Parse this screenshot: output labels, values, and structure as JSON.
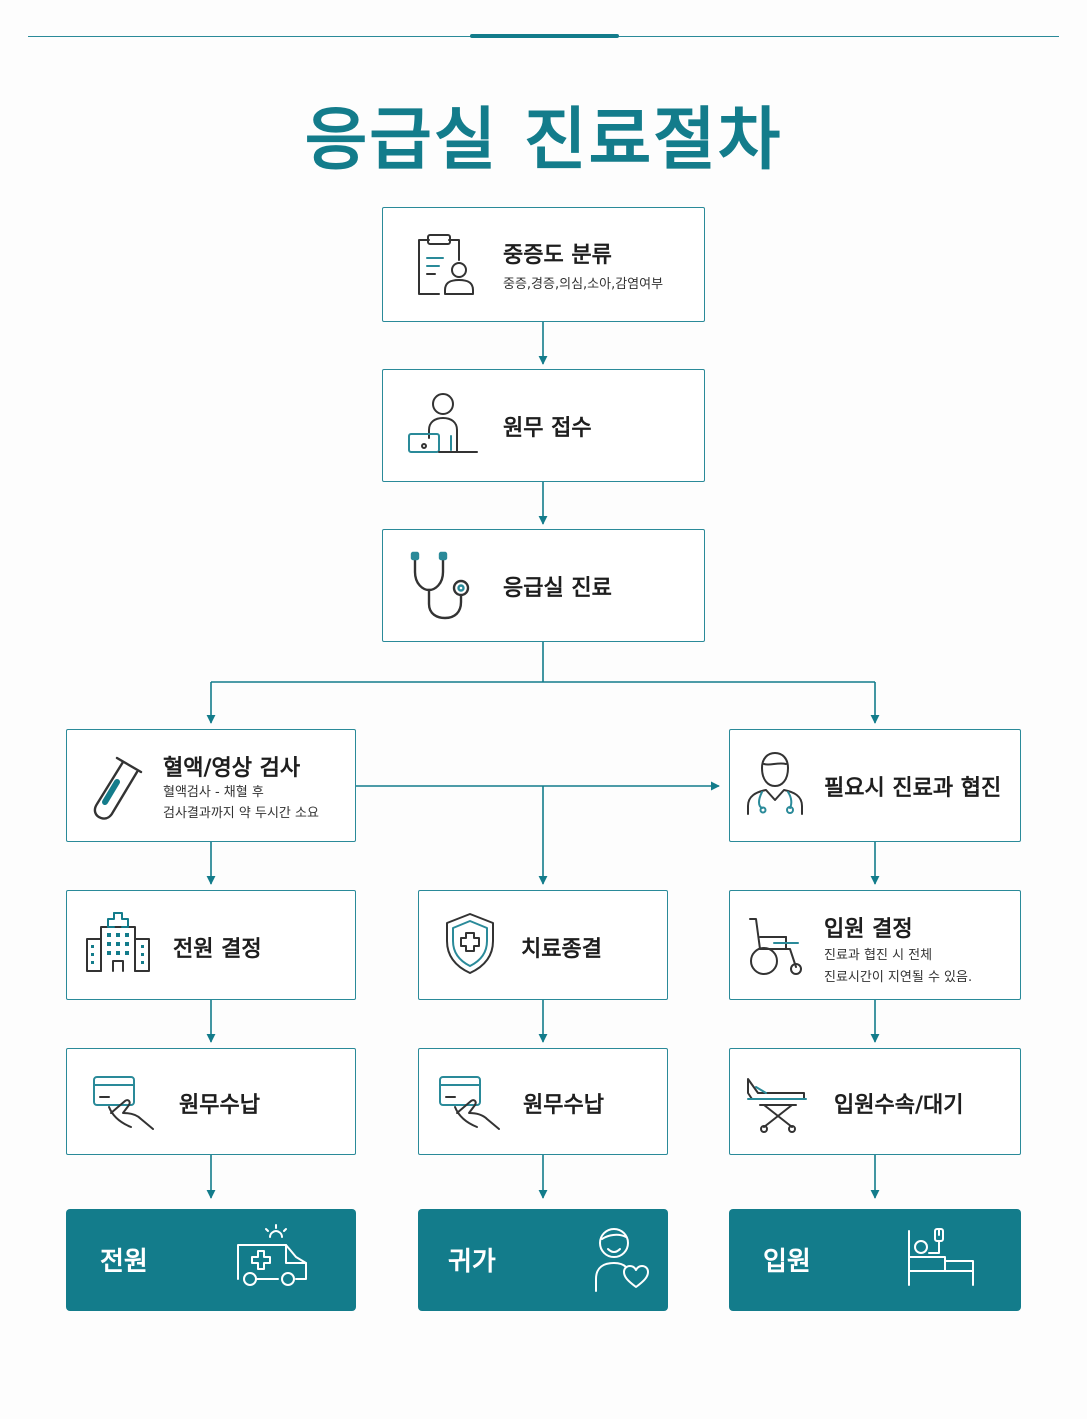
{
  "title": "응급실 진료절차",
  "colors": {
    "accent": "#137c8b",
    "line": "#2a8a99",
    "icon": "#333333"
  },
  "steps": {
    "triage": {
      "label": "중증도 분류",
      "sub": "중증,경증,의심,소아,감염여부",
      "icon": "clipboard-patient-icon"
    },
    "reception": {
      "label": "원무 접수",
      "icon": "reception-desk-icon"
    },
    "treatment": {
      "label": "응급실 진료",
      "icon": "stethoscope-icon"
    },
    "tests": {
      "label": "혈액/영상 검사",
      "sub1": "혈액검사 - 채혈 후",
      "sub2": "검사결과까지 약 두시간 소요",
      "icon": "test-tube-icon"
    },
    "consult": {
      "label": "필요시 진료과 협진",
      "icon": "doctor-icon"
    },
    "transfer_decision": {
      "label": "전원 결정",
      "icon": "hospital-building-icon"
    },
    "treatment_end": {
      "label": "치료종결",
      "icon": "shield-cross-icon"
    },
    "admission_decision": {
      "label": "입원 결정",
      "sub1": "진료과 협진 시 전체",
      "sub2": "진료시간이 지연될 수 있음.",
      "icon": "wheelchair-icon"
    },
    "payment_left": {
      "label": "원무수납",
      "icon": "card-payment-icon"
    },
    "payment_center": {
      "label": "원무수납",
      "icon": "card-payment-icon"
    },
    "admission_wait": {
      "label": "입원수속/대기",
      "icon": "stretcher-icon"
    }
  },
  "outcomes": {
    "transfer": {
      "label": "전원",
      "icon": "ambulance-icon"
    },
    "home": {
      "label": "귀가",
      "icon": "person-heart-icon"
    },
    "admission": {
      "label": "입원",
      "icon": "hospital-bed-icon"
    }
  }
}
